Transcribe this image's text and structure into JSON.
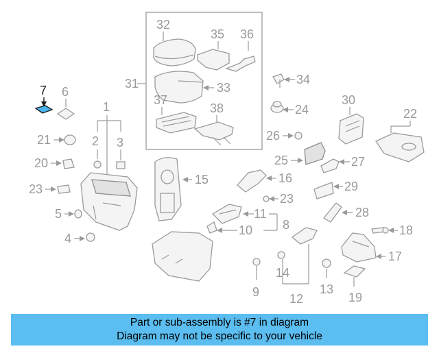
{
  "diagram": {
    "highlighted_part": "7",
    "callouts": [
      "1",
      "2",
      "3",
      "4",
      "5",
      "6",
      "7",
      "8",
      "9",
      "10",
      "11",
      "12",
      "13",
      "14",
      "15",
      "16",
      "17",
      "18",
      "19",
      "20",
      "21",
      "22",
      "23",
      "23",
      "24",
      "25",
      "26",
      "27",
      "28",
      "29",
      "30",
      "31",
      "32",
      "33",
      "34",
      "35",
      "36",
      "37",
      "38"
    ]
  },
  "banner": {
    "line1": "Part or sub-assembly is #7 in diagram",
    "line2": "Diagram may not be specific to your vehicle"
  },
  "colors": {
    "highlight": "#4ab4ee",
    "banner": "#5bbdf0",
    "line": "#9a9a9a"
  }
}
